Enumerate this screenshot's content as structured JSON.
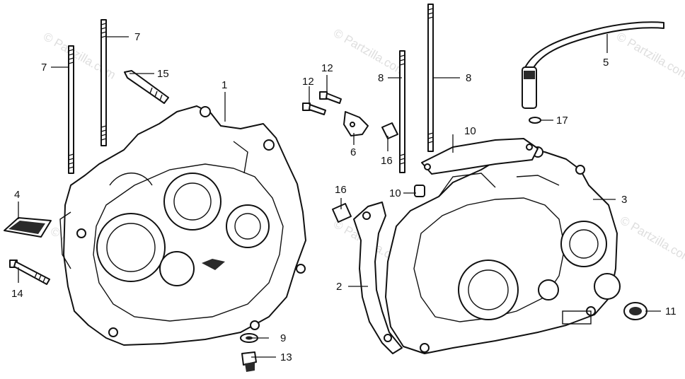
{
  "watermark": {
    "text": "© Partzilla.com",
    "color": "#c8c8c8"
  },
  "callouts": {
    "c1": "1",
    "c2": "2",
    "c3": "3",
    "c4": "4",
    "c5": "5",
    "c6": "6",
    "c7a": "7",
    "c7b": "7",
    "c8a": "8",
    "c8b": "8",
    "c9": "9",
    "c10a": "10",
    "c10b": "10",
    "c11": "11",
    "c12a": "12",
    "c12b": "12",
    "c13": "13",
    "c14": "14",
    "c15": "15",
    "c16a": "16",
    "c16b": "16",
    "c17": "17"
  },
  "colors": {
    "line": "#111111",
    "background": "#ffffff"
  }
}
